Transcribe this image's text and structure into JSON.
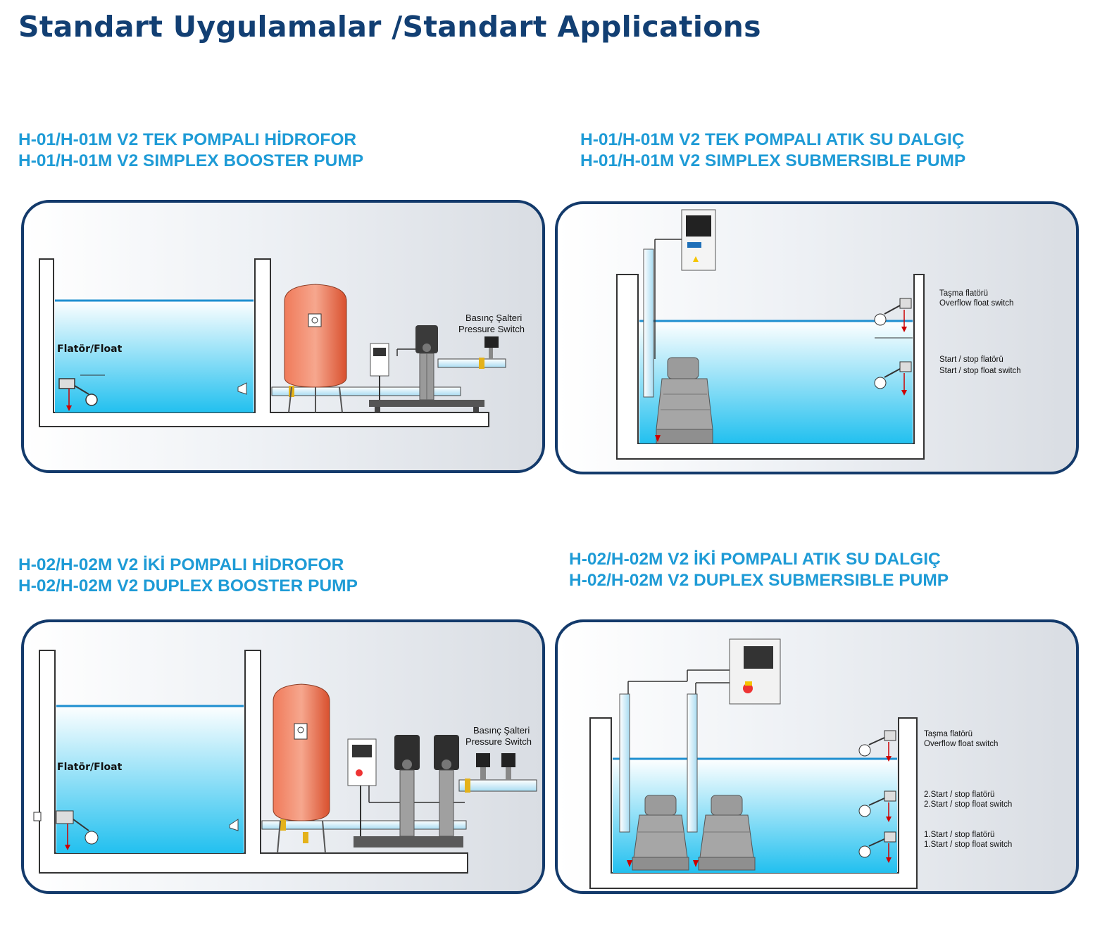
{
  "page_title": "Standart Uygulamalar /Standart Applications",
  "sections": [
    {
      "title_tr": "H-01/H-01M  V2 TEK POMPALI  HİDROFOR",
      "title_en": "H-01/H-01M  V2 SIMPLEX BOOSTER PUMP",
      "labels": {
        "float": "Flatör/Float",
        "pressure_tr": "Basınç Şalteri",
        "pressure_en": "Pressure Switch"
      }
    },
    {
      "title_tr": "H-01/H-01M  V2 TEK POMPALI  ATIK SU DALGIÇ",
      "title_en": "H-01/H-01M  V2 SIMPLEX SUBMERSIBLE PUMP",
      "labels": {
        "overflow_tr": "Taşma flatörü",
        "overflow_en": "Overflow float switch",
        "startstop_tr": "Start / stop flatörü",
        "startstop_en": "Start / stop float switch"
      }
    },
    {
      "title_tr": "H-02/H-02M  V2 İKİ POMPALI  HİDROFOR",
      "title_en": "H-02/H-02M  V2 DUPLEX BOOSTER PUMP",
      "labels": {
        "float": "Flatör/Float",
        "pressure_tr": "Basınç Şalteri",
        "pressure_en": "Pressure Switch"
      }
    },
    {
      "title_tr": "H-02/H-02M  V2 İKİ POMPALI  ATIK SU DALGIÇ",
      "title_en": "H-02/H-02M  V2 DUPLEX SUBMERSIBLE PUMP",
      "labels": {
        "overflow_tr": "Taşma flatörü",
        "overflow_en": "Overflow float switch",
        "start2_tr": "2.Start / stop flatörü",
        "start2_en": "2.Start / stop float switch",
        "start1_tr": "1.Start / stop flatörü",
        "start1_en": "1.Start / stop float switch"
      }
    }
  ],
  "colors": {
    "title": "#123f73",
    "heading": "#1e9bd6",
    "panel_border": "#133a6b",
    "water": "#29c2ef",
    "tank": "#e85c3c"
  }
}
